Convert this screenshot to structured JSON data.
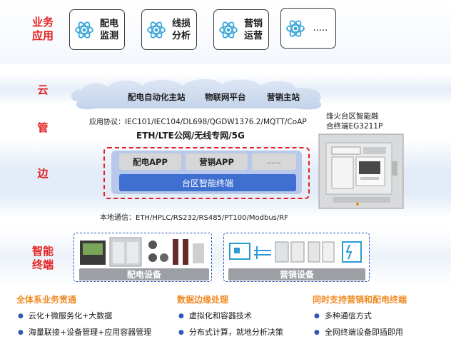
{
  "layers": {
    "business": "业务\n应用",
    "cloud": "云",
    "pipe": "管",
    "edge": "边",
    "terminal": "智能\n终端"
  },
  "apps": [
    {
      "label": "配电\n监测"
    },
    {
      "label": "线损\n分析"
    },
    {
      "label": "营销\n运营"
    },
    {
      "label": "....."
    }
  ],
  "cloud": {
    "items": [
      "配电自动化主站",
      "物联网平台",
      "营销主站"
    ]
  },
  "pipe": {
    "protocol_prefix": "应用协议：",
    "protocols": "IEC101/IEC104/DL698/QGDW1376.2/MQTT/CoAP",
    "network": "ETH/LTE公网/无线专网/5G"
  },
  "edge": {
    "apps": [
      "配电APP",
      "营销APP",
      "......"
    ],
    "terminal_label": "台区智能终端",
    "local_comm": "本地通信：ETH/HPLC/RS232/RS485/PT100/Modbus/RF"
  },
  "device": {
    "caption_line1": "烽火台区智能融",
    "caption_line2": "合终端EG3211P"
  },
  "terminals": {
    "distribution_label": "配电设备",
    "marketing_label": "营销设备"
  },
  "features": [
    {
      "title": "全体系业务贯通",
      "items": [
        "云化+微服务化+大数据",
        "海量联接+设备管理+应用容器管理"
      ]
    },
    {
      "title": "数据边缘处理",
      "items": [
        "虚拟化和容器技术",
        "分布式计算，就地分析决策"
      ]
    },
    {
      "title": "同时支持营销和配电终端",
      "items": [
        "多种通信方式",
        "全网终端设备即插即用"
      ]
    }
  ],
  "colors": {
    "accent_red": "#e41f1f",
    "accent_orange": "#f08a24",
    "edge_blue": "#3f6fd0",
    "band_blue": "#dfe9f7"
  }
}
